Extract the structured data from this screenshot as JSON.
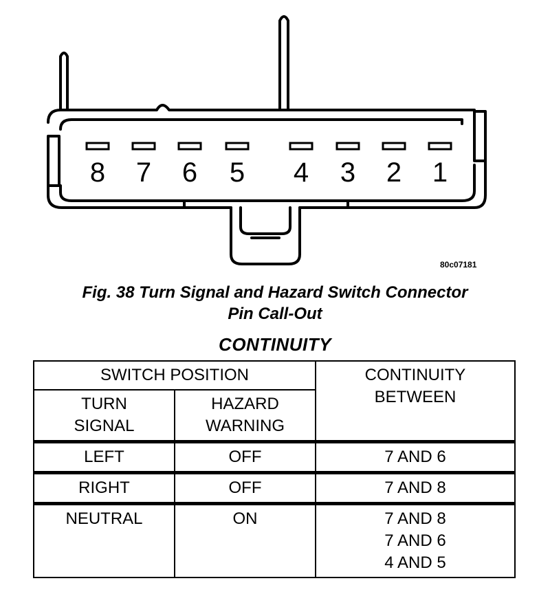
{
  "figure": {
    "reference_code": "80c07181",
    "caption_line1": "Fig. 38 Turn Signal and Hazard Switch Connector",
    "caption_line2": "Pin Call-Out"
  },
  "connector": {
    "pins": [
      "8",
      "7",
      "6",
      "5",
      "4",
      "3",
      "2",
      "1"
    ]
  },
  "table": {
    "title": "CONTINUITY",
    "header_switch_position": "SWITCH POSITION",
    "header_continuity": "CONTINUITY BETWEEN",
    "header_turn_signal": "TURN SIGNAL",
    "header_hazard_warning": "HAZARD WARNING",
    "rows": [
      {
        "turn_signal": "LEFT",
        "hazard": "OFF",
        "continuity": [
          "7 AND 6"
        ]
      },
      {
        "turn_signal": "RIGHT",
        "hazard": "OFF",
        "continuity": [
          "7 AND 8"
        ]
      },
      {
        "turn_signal": "NEUTRAL",
        "hazard": "ON",
        "continuity": [
          "7 AND 8",
          "7 AND 6",
          "4 AND 5"
        ]
      }
    ]
  }
}
